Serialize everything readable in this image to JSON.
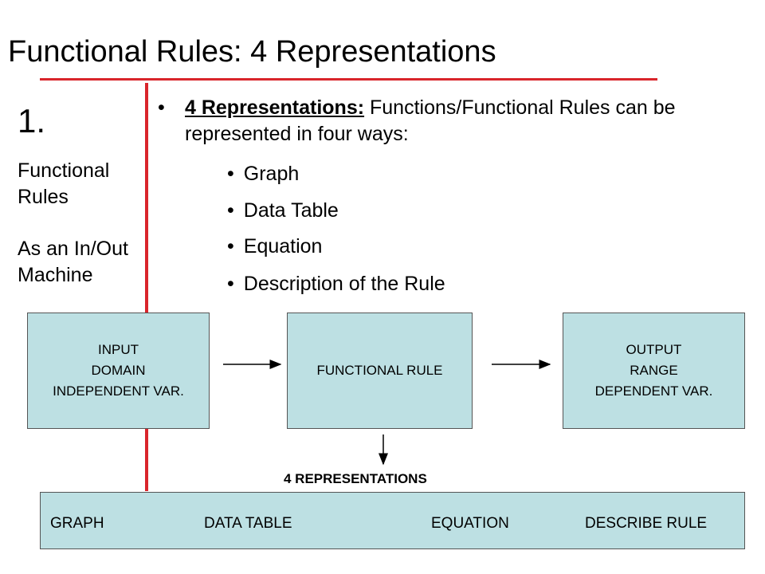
{
  "slide": {
    "title": "Functional Rules: 4 Representations",
    "number": "1.",
    "side_1": [
      "Functional",
      "Rules"
    ],
    "side_2": [
      "As an In/Out",
      "Machine"
    ],
    "main_bullet": {
      "lead": "4 Representations:",
      "text": " Functions/Functional Rules can be represented in four ways:"
    },
    "sub_bullets": [
      "Graph",
      "Data Table",
      "Equation",
      "Description of the Rule"
    ],
    "bullet_char": "•"
  },
  "diagram": {
    "input_lines": [
      "INPUT",
      "DOMAIN",
      "INDEPENDENT VAR."
    ],
    "rule_label": "FUNCTIONAL RULE",
    "output_lines": [
      "OUTPUT",
      "RANGE",
      "DEPENDENT VAR."
    ],
    "reps_label": "4 REPRESENTATIONS",
    "reps": [
      "GRAPH",
      "DATA TABLE",
      "EQUATION",
      "DESCRIBE RULE"
    ]
  },
  "colors": {
    "accent_red": "#d9252b",
    "box_fill": "#bde0e3"
  }
}
